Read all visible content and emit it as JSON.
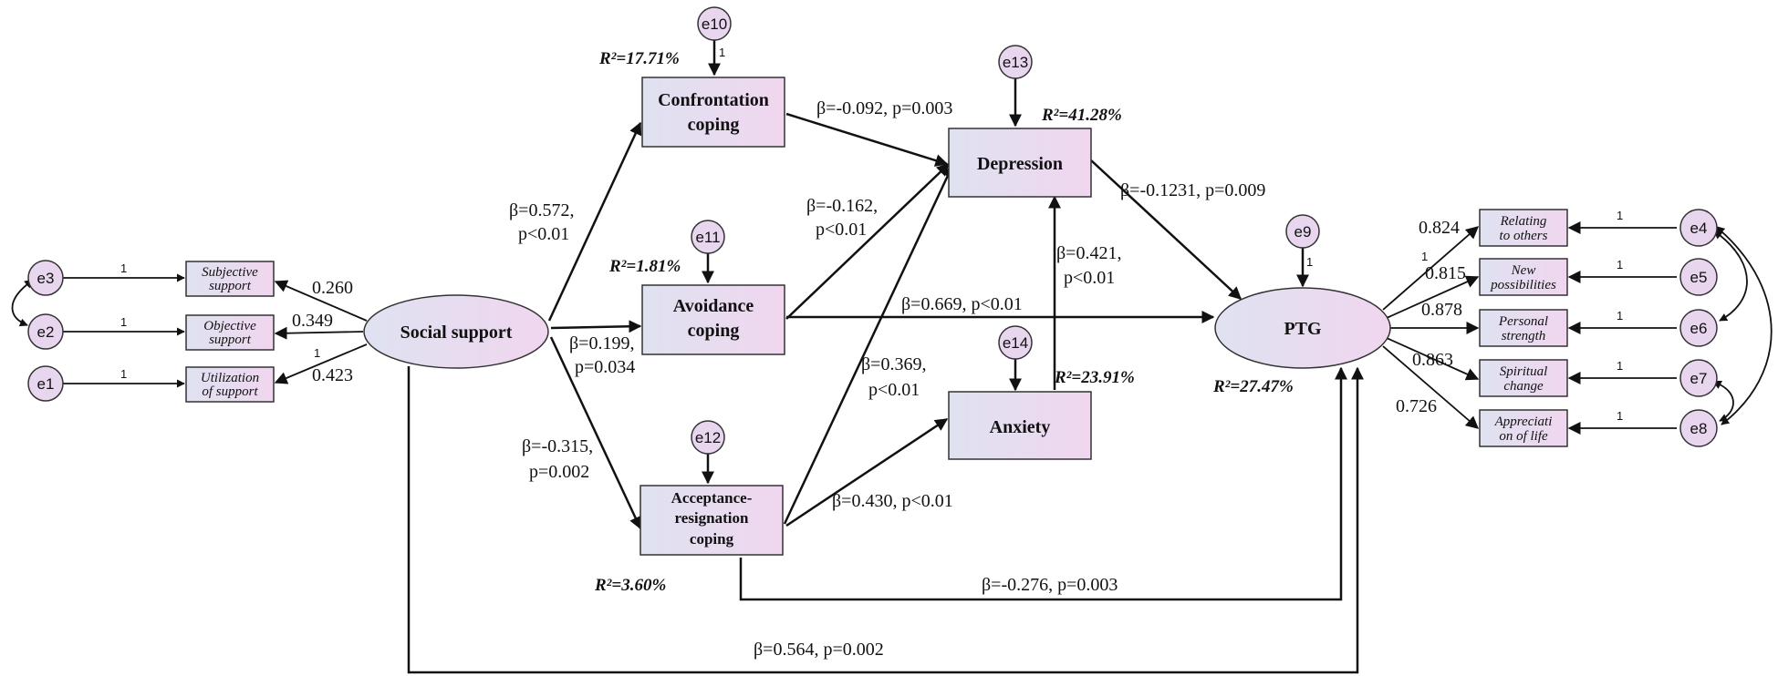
{
  "nodes": {
    "social_support": "Social support",
    "confrontation": [
      "Confrontation",
      "coping"
    ],
    "avoidance": [
      "Avoidance",
      "coping"
    ],
    "acceptance": [
      "Acceptance-",
      "resignation",
      "coping"
    ],
    "depression": "Depression",
    "anxiety": "Anxiety",
    "ptg": "PTG"
  },
  "indicators_left": [
    {
      "lines": [
        "Subjective",
        "support"
      ],
      "error": "e3",
      "loading": "0.260"
    },
    {
      "lines": [
        "Objective",
        "support"
      ],
      "error": "e2",
      "loading": "0.349"
    },
    {
      "lines": [
        "Utilization",
        "of support"
      ],
      "error": "e1",
      "loading": "0.423"
    }
  ],
  "indicators_right": [
    {
      "lines": [
        "Relating",
        "to others"
      ],
      "error": "e4",
      "loading": "0.824"
    },
    {
      "lines": [
        "New",
        "possibilities"
      ],
      "error": "e5",
      "loading": "0.815"
    },
    {
      "lines": [
        "Personal",
        "strength"
      ],
      "error": "e6",
      "loading": "0.878"
    },
    {
      "lines": [
        "Spiritual",
        "change"
      ],
      "error": "e7",
      "loading": "0.863"
    },
    {
      "lines": [
        "Appreciati",
        "on of life"
      ],
      "error": "e8",
      "loading": "0.726"
    }
  ],
  "errors": {
    "e9": "e9",
    "e10": "e10",
    "e11": "e11",
    "e12": "e12",
    "e13": "e13",
    "e14": "e14"
  },
  "fixed_one": "1",
  "r2": {
    "confrontation": "R²=17.71%",
    "avoidance": "R²=1.81%",
    "acceptance": "R²=3.60%",
    "depression": "R²=41.28%",
    "anxiety": "R²=23.91%",
    "ptg": "R²=27.47%"
  },
  "paths": {
    "ss_conf": [
      "β=0.572,",
      "p<0.01"
    ],
    "ss_avoid": [
      "β=0.199,",
      "p=0.034"
    ],
    "ss_accept": [
      "β=-0.315,",
      "p=0.002"
    ],
    "conf_dep": "β=-0.092, p=0.003",
    "avoid_dep": [
      "β=-0.162,",
      "p<0.01"
    ],
    "avoid_ptg": "β=0.669, p<0.01",
    "accept_dep": [
      "β=0.369,",
      "p<0.01"
    ],
    "accept_anx": "β=0.430, p<0.01",
    "anx_dep": [
      "β=0.421,",
      "p<0.01"
    ],
    "dep_ptg": "β=-0.1231, p=0.009",
    "accept_ptg": "β=-0.276, p=0.003",
    "ss_ptg": "β=0.564, p=0.002"
  }
}
